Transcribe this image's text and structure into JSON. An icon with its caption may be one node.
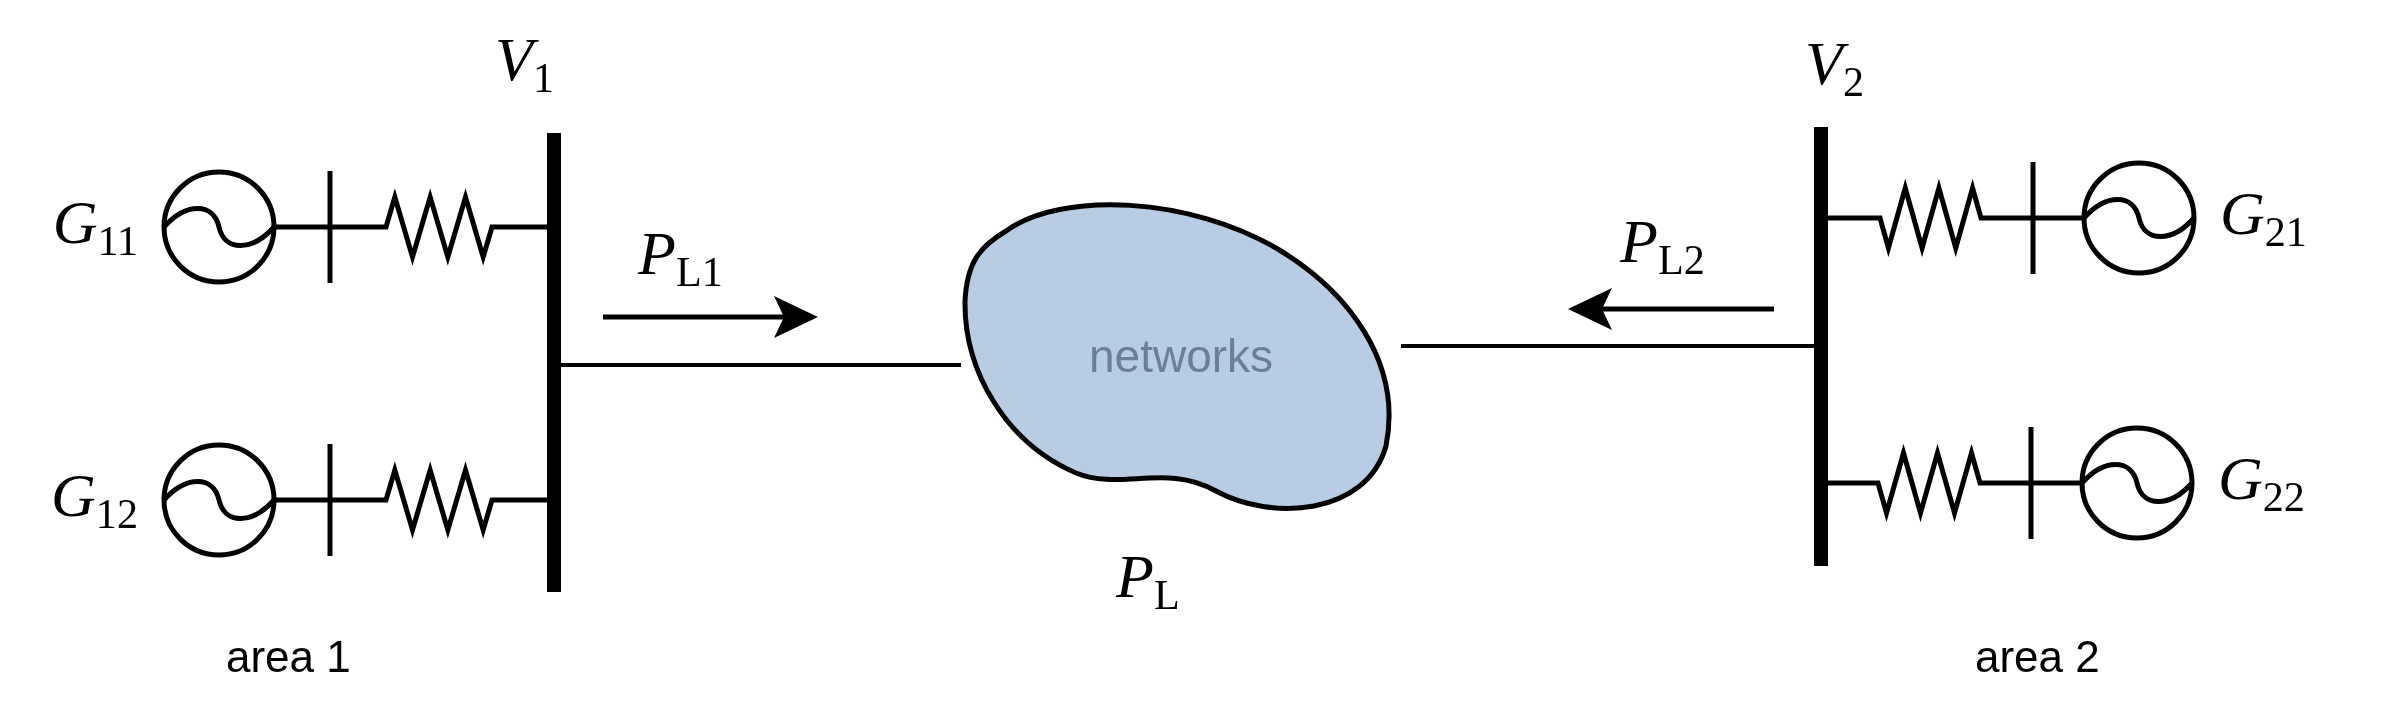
{
  "diagram": {
    "nodes": [
      {
        "text": [
          "*G*$_{11}$"
        ]
      },
      {
        "text": [
          "*G*$_{12}$"
        ]
      },
      {
        "text": [
          "*V*$_{1}$"
        ]
      },
      {
        "text": [
          "networks"
        ],
        "beside": [
          "*P*$_{L}$"
        ]
      },
      {
        "text": [
          "*V*$_{2}$"
        ]
      },
      {
        "text": [
          "*G*$_{21}$"
        ]
      },
      {
        "text": [
          "*G*$_{22}$"
        ]
      }
    ],
    "edges": [
      {
        "from": 0,
        "to": 2,
        "arrow": "none"
      },
      {
        "from": 1,
        "to": 2,
        "arrow": "none"
      },
      {
        "from": 2,
        "to": 3,
        "arrow": "none"
      },
      {
        "from": 3,
        "to": 4,
        "arrow": "none"
      },
      {
        "from": 5,
        "to": 4,
        "arrow": "none"
      },
      {
        "from": 6,
        "to": 4,
        "arrow": "none"
      }
    ],
    "labels": [
      "*P*$_{L1}$",
      "*P*$_{L2}$",
      "area 1",
      "area 2"
    ]
  }
}
